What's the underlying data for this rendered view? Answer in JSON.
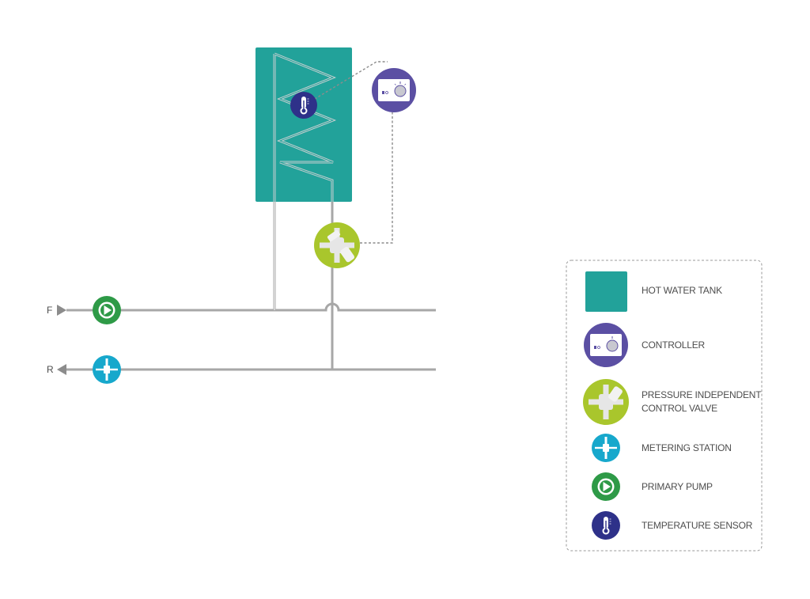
{
  "colors": {
    "tank": "#22a29a",
    "controller": "#5b4fa3",
    "valve": "#a9c62c",
    "metering": "#17a8cc",
    "pump": "#2e9a47",
    "sensor": "#2e3189",
    "pipe": "#a7a7a7",
    "signal": "#8c8c8c"
  },
  "flow_labels": {
    "flow": "F",
    "return": "R"
  },
  "components": [
    {
      "id": "tank",
      "icon": "hot-water-tank-icon"
    },
    {
      "id": "sensor",
      "icon": "thermometer-icon"
    },
    {
      "id": "controller",
      "icon": "controller-icon"
    },
    {
      "id": "valve",
      "icon": "valve-icon"
    },
    {
      "id": "pump",
      "icon": "pump-icon"
    },
    {
      "id": "metering",
      "icon": "meter-icon"
    }
  ],
  "legend": {
    "items": [
      {
        "key": "tank",
        "lines": [
          "HOT WATER TANK"
        ]
      },
      {
        "key": "controller",
        "lines": [
          "CONTROLLER"
        ]
      },
      {
        "key": "valve",
        "lines": [
          "PRESSURE INDEPENDENT",
          "CONTROL VALVE"
        ]
      },
      {
        "key": "metering",
        "lines": [
          "METERING STATION"
        ]
      },
      {
        "key": "pump",
        "lines": [
          "PRIMARY PUMP"
        ]
      },
      {
        "key": "sensor",
        "lines": [
          "TEMPERATURE SENSOR"
        ]
      }
    ]
  }
}
